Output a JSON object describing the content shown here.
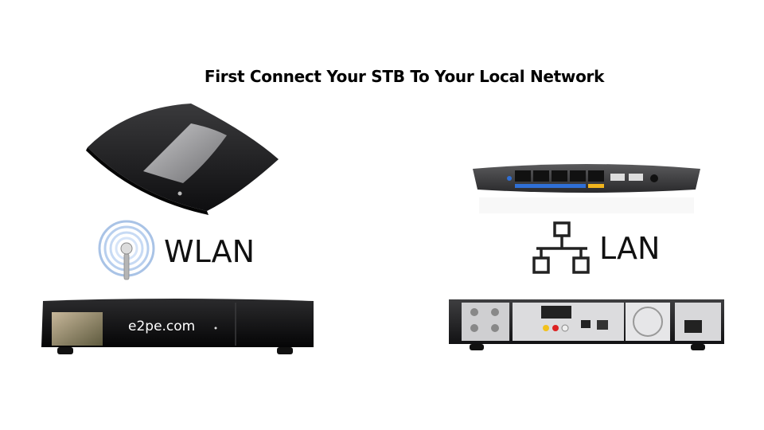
{
  "title": "First Connect Your STB To Your Local Network",
  "wlan": {
    "label": "WLAN",
    "icon": "wifi-antenna-icon"
  },
  "lan": {
    "label": "LAN",
    "icon": "network-topology-icon"
  },
  "stb_front": {
    "brand_text": "e2pe.com"
  },
  "colors": {
    "router_body": "#1e1e20",
    "router_panel": "#9a9a9c",
    "port_blue": "#2f6fd6",
    "port_yellow": "#f2b51d",
    "stb_panel": "#e6e6e8"
  }
}
